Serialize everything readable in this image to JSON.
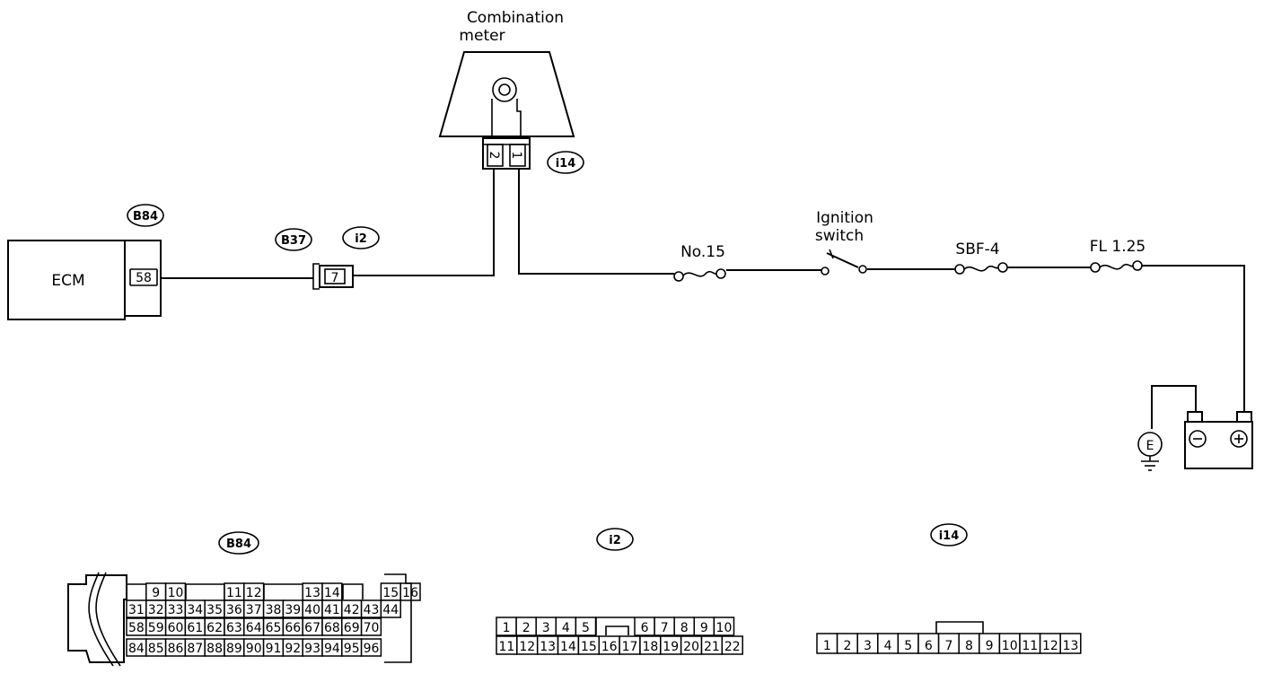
{
  "components": {
    "combination_meter": [
      "Combination",
      "meter"
    ],
    "ecm": "ECM",
    "fuse_no15": "No.15",
    "ignition_switch": [
      "Ignition",
      "switch"
    ],
    "sbf": "SBF-4",
    "fl": "FL 1.25",
    "ground": "E"
  },
  "connector_tags": {
    "b84": "B84",
    "b37": "B37",
    "i2": "i2",
    "i14": "i14"
  },
  "pins": {
    "ecm_pin": "58",
    "i2_pin": "7",
    "i14_pin_left": "2",
    "i14_pin_right": "1"
  },
  "battery": {
    "neg": "⊖",
    "pos": "⊕"
  },
  "connector_views": {
    "b84": {
      "tag": "B84",
      "row1": [
        "9",
        "10",
        "11",
        "12",
        "13",
        "14",
        "15",
        "16"
      ],
      "row2": [
        "31",
        "32",
        "33",
        "34",
        "35",
        "36",
        "37",
        "38",
        "39",
        "40",
        "41",
        "42",
        "43",
        "44"
      ],
      "row3": [
        "58",
        "59",
        "60",
        "61",
        "62",
        "63",
        "64",
        "65",
        "66",
        "67",
        "68",
        "69",
        "70"
      ],
      "row4": [
        "84",
        "85",
        "86",
        "87",
        "88",
        "89",
        "90",
        "91",
        "92",
        "93",
        "94",
        "95",
        "96"
      ]
    },
    "i2": {
      "tag": "i2",
      "row1a": [
        "1",
        "2",
        "3",
        "4",
        "5"
      ],
      "row1b": [
        "6",
        "7",
        "8",
        "9",
        "10"
      ],
      "row2": [
        "11",
        "12",
        "13",
        "14",
        "15",
        "16",
        "17",
        "18",
        "19",
        "20",
        "21",
        "22"
      ]
    },
    "i14": {
      "tag": "i14",
      "row": [
        "1",
        "2",
        "3",
        "4",
        "5",
        "6",
        "7",
        "8",
        "9",
        "10",
        "11",
        "12",
        "13"
      ]
    }
  }
}
